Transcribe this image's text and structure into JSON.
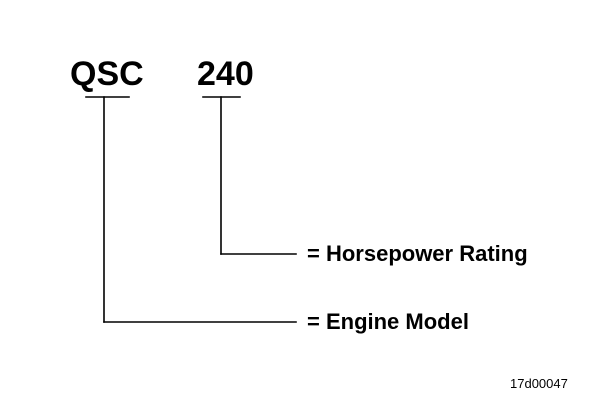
{
  "code": {
    "model": "QSC",
    "rating": "240"
  },
  "labels": {
    "rating": "= Horsepower Rating",
    "model": "= Engine Model"
  },
  "figure_id": "17d00047",
  "colors": {
    "ink": "#000000",
    "background": "#ffffff"
  }
}
